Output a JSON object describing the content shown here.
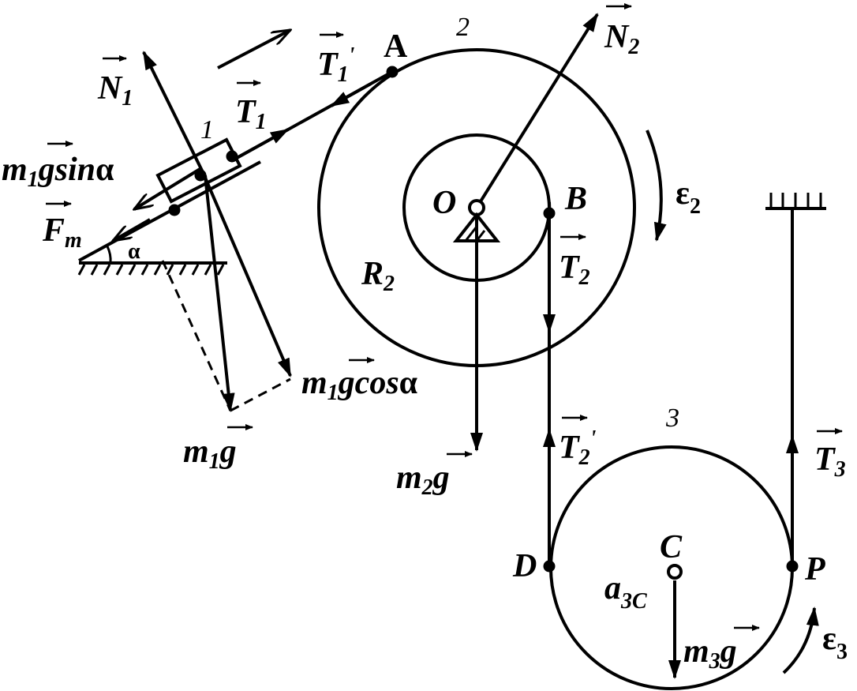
{
  "labels": {
    "N1": "N",
    "N1_sub": "1",
    "T1p": "T",
    "T1p_sub": "1",
    "T1p_prime": "'",
    "T1": "T",
    "T1_sub": "1",
    "A": "A",
    "disk2_num": "2",
    "N2": "N",
    "N2_sub": "2",
    "block_num": "1",
    "m1gsin_m": "m",
    "m1gsin_sub": "1",
    "m1gsin_g": "g",
    "m1gsin_sin": "sin",
    "m1gsin_alpha": "α",
    "Fm": "F",
    "Fm_sub": "m",
    "alpha": "α",
    "O": "O",
    "B": "B",
    "eps2": "ε",
    "eps2_sub": "2",
    "R2": "R",
    "R2_sub": "2",
    "T2": "T",
    "T2_sub": "2",
    "m1gcos_m": "m",
    "m1gcos_sub": "1",
    "m1gcos_g": "g",
    "m1gcos_cos": "cos",
    "m1gcos_alpha": "α",
    "m1g_m": "m",
    "m1g_sub": "1",
    "m1g_g": "g",
    "m2g_m": "m",
    "m2g_sub": "2",
    "m2g_g": "g",
    "disk3_num": "3",
    "T2p": "T",
    "T2p_sub": "2",
    "T2p_prime": "'",
    "T3": "T",
    "T3_sub": "3",
    "C": "C",
    "D": "D",
    "P": "P",
    "a3C": "a",
    "a3C_sub": "3C",
    "m3g_m": "m",
    "m3g_sub": "3",
    "m3g_g": "g",
    "eps3": "ε",
    "eps3_sub": "3"
  }
}
